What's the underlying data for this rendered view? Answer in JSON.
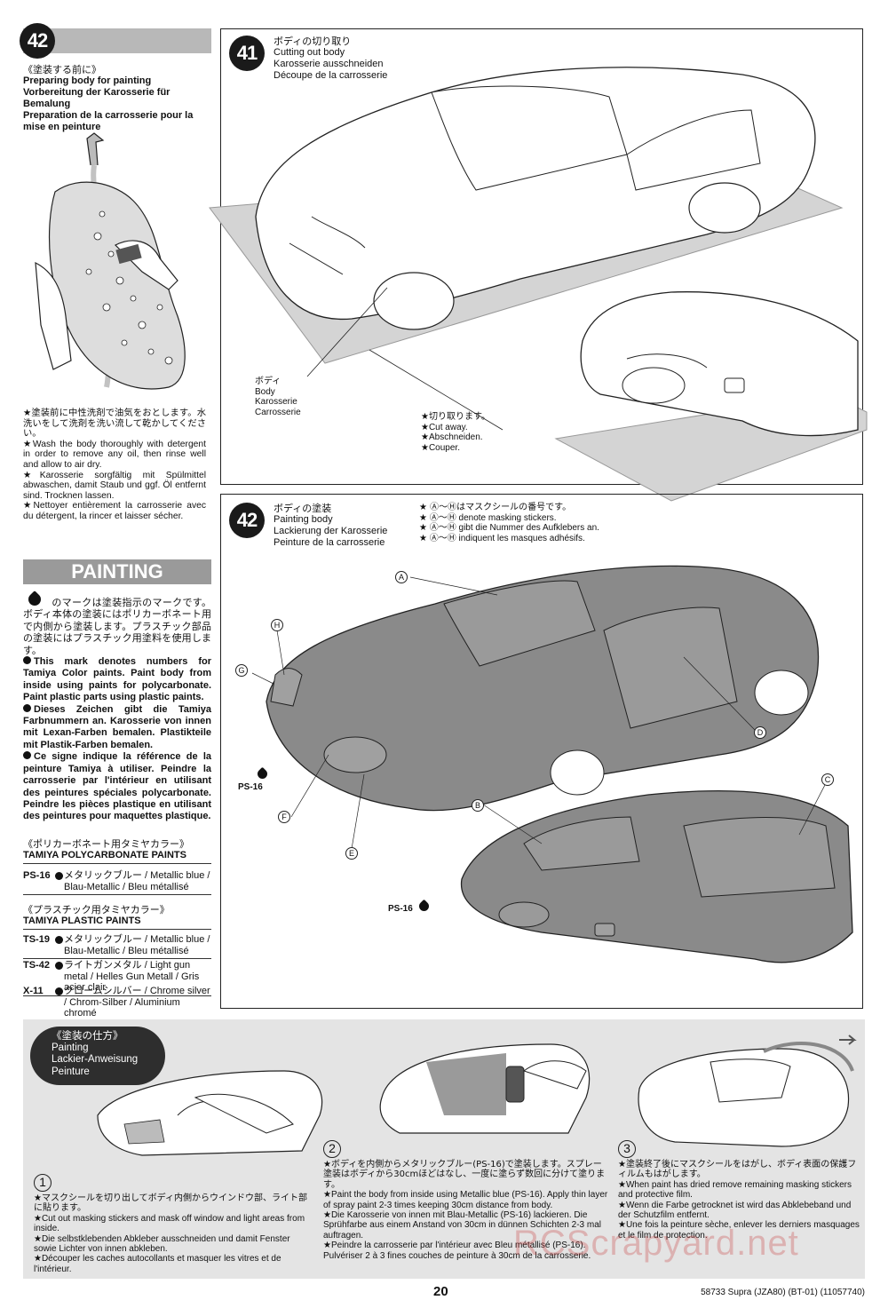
{
  "left": {
    "step42_badge": "42",
    "prep_heading": [
      "《塗装する前に》",
      "Preparing body for painting",
      "Vorbereitung der Karosserie für Bemalung",
      "Preparation de la carrosserie pour la mise en peinture"
    ],
    "wash_notes": [
      "★塗装前に中性洗剤で油気をおとします。水洗いをして洗剤を洗い流して乾かしてください。",
      "★Wash the body thoroughly with detergent in order to remove any oil, then rinse well and allow to air dry.",
      "★Karosserie sorgfältig mit Spülmittel abwaschen, damit Staub und ggf. Öl entfernt sind. Trocknen lassen.",
      "★Nettoyer entièrement la carrosserie avec du détergent, la rincer et laisser sécher."
    ],
    "painting_title": "PAINTING",
    "painting_notes": [
      "のマークは塗装指示のマークです。ボディ本体の塗装にはポリカーボネート用で内側から塗装します。プラスチック部品の塗装にはプラスチック用塗料を使用します。",
      "This mark denotes numbers for Tamiya Color paints. Paint body from inside using paints for polycarbonate. Paint plastic parts using plastic paints.",
      "Dieses Zeichen gibt die Tamiya Farbnummern an. Karosserie von innen mit Lexan-Farben bemalen. Plastikteile mit Plastik-Farben bemalen.",
      "Ce signe indique la référence de la peinture Tamiya à utiliser. Peindre la carrosserie par l'intérieur en utilisant des peintures spéciales polycarbonate. Peindre les pièces plastique en utilisant des peintures pour maquettes plastique."
    ],
    "poly_head": [
      "《ポリカーボネート用タミヤカラー》",
      "TAMIYA POLYCARBONATE PAINTS"
    ],
    "poly_rows": [
      {
        "code": "PS-16",
        "desc": "メタリックブルー / Metallic blue / Blau-Metallic / Bleu métallisé"
      }
    ],
    "plastic_head": [
      "《プラスチック用タミヤカラー》",
      "TAMIYA PLASTIC PAINTS"
    ],
    "plastic_rows": [
      {
        "code": "TS-19",
        "desc": "メタリックブルー / Metallic blue / Blau-Metallic / Bleu métallisé"
      },
      {
        "code": "TS-42",
        "desc": "ライトガンメタル / Light gun metal / Helles Gun Metall / Gris acier clair"
      },
      {
        "code": "X-11",
        "desc": "クロームシルバー / Chrome silver / Chrom-Silber / Aluminium chromé"
      }
    ]
  },
  "step41": {
    "badge": "41",
    "title": [
      "ボディの切り取り",
      "Cutting out body",
      "Karosserie ausschneiden",
      "Découpe de la carrosserie"
    ],
    "body_label": [
      "ボディ",
      "Body",
      "Karosserie",
      "Carrosserie"
    ],
    "cut_label": [
      "★切り取ります。",
      "★Cut away.",
      "★Abschneiden.",
      "★Couper."
    ]
  },
  "step42": {
    "badge": "42",
    "title": [
      "ボディの塗装",
      "Painting body",
      "Lackierung der Karosserie",
      "Peinture de la carrosserie"
    ],
    "mask_notes": [
      "★ Ⓐ～Ⓗはマスクシールの番号です。",
      "★ Ⓐ～Ⓗ denote masking stickers.",
      "★ Ⓐ～Ⓗ gibt die Nummer des Aufklebers an.",
      "★ Ⓐ～Ⓗ indiquent les masques adhésifs."
    ],
    "letters": [
      "A",
      "B",
      "C",
      "D",
      "E",
      "F",
      "G",
      "H"
    ],
    "paint_code": "PS-16"
  },
  "howto": {
    "head": [
      "《塗装の仕方》",
      "Painting",
      "Lackier-Anweisung",
      "Peinture"
    ],
    "steps": [
      {
        "num": "1",
        "text": [
          "★マスクシールを切り出してボディ内側からウインドウ部、ライト部に貼ります。",
          "★Cut out masking stickers and mask off window and light areas from inside.",
          "★Die selbstklebenden Abkleber ausschneiden und damit Fenster sowie Lichter von innen abkleben.",
          "★Découper les caches autocollants et masquer les vitres et de l'intérieur."
        ]
      },
      {
        "num": "2",
        "text": [
          "★ボディを内側からメタリックブルー(PS-16)で塗装します。スプレー塗装はボディから30cmほどはなし、一度に塗らず数回に分けて塗ります。",
          "★Paint the body from inside using Metallic blue (PS-16). Apply thin layer of spray paint 2-3 times keeping 30cm distance from body.",
          "★Die Karosserie von innen mit Blau-Metallic (PS-16) lackieren. Die Sprühfarbe aus einem Anstand von 30cm in dünnen Schichten 2-3 mal auftragen.",
          "★Peindre la carrosserie par l'intérieur avec Bleu métallisé (PS-16). Pulvériser 2 à 3 fines couches de peinture à 30cm de la carrosserie."
        ]
      },
      {
        "num": "3",
        "text": [
          "★塗装終了後にマスクシールをはがし、ボディ表面の保護フィルムもはがします。",
          "★When paint has dried remove remaining masking stickers and protective film.",
          "★Wenn die Farbe getrocknet ist wird das Abklebeband und der Schutzfilm entfernt.",
          "★Une fois la peinture sèche, enlever les derniers masquages et le film de protection."
        ]
      }
    ]
  },
  "footer": {
    "page": "20",
    "model": "58733 Supra (JZA80) (BT-01) (11057740)",
    "watermark": "RCScrapyard.net"
  },
  "colors": {
    "panel_gray": "#b8b8b8",
    "body_gray": "#8a8a8a",
    "badge": "#1a1a1a"
  }
}
